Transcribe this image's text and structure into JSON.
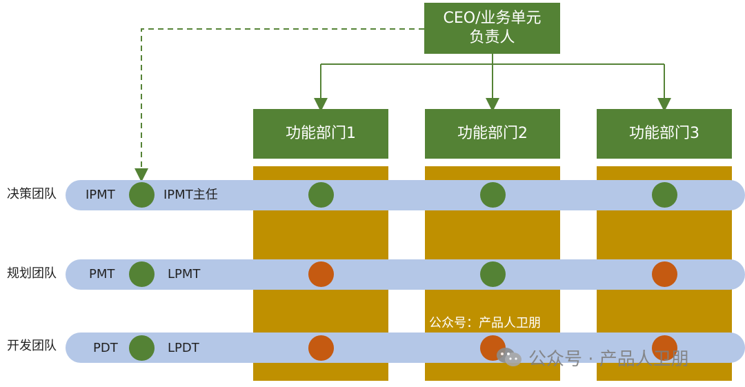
{
  "top_box": {
    "text": "CEO/业务单元\n负责人"
  },
  "departments": [
    {
      "label": "功能部门1"
    },
    {
      "label": "功能部门2"
    },
    {
      "label": "功能部门3"
    }
  ],
  "lanes": [
    {
      "label": "决策团队",
      "left_role": "IPMT",
      "right_role": "IPMT主任",
      "dept_dots": [
        "green",
        "green",
        "green"
      ]
    },
    {
      "label": "规划团队",
      "left_role": "PMT",
      "right_role": "LPMT",
      "dept_dots": [
        "orange",
        "green",
        "orange"
      ]
    },
    {
      "label": "开发团队",
      "left_role": "PDT",
      "right_role": "LPDT",
      "dept_dots": [
        "orange",
        "orange",
        "orange"
      ]
    }
  ],
  "watermark": {
    "overlay_text": "公众号：产品人卫朋",
    "corner_text": "公众号 · 产品人卫朋",
    "icon": "wechat-icon"
  },
  "colors": {
    "box_green": "#548235",
    "dot_green": "#548235",
    "dot_orange": "#c55a11",
    "column_gold": "#bf9000",
    "lane_blue": "#b4c7e7"
  }
}
